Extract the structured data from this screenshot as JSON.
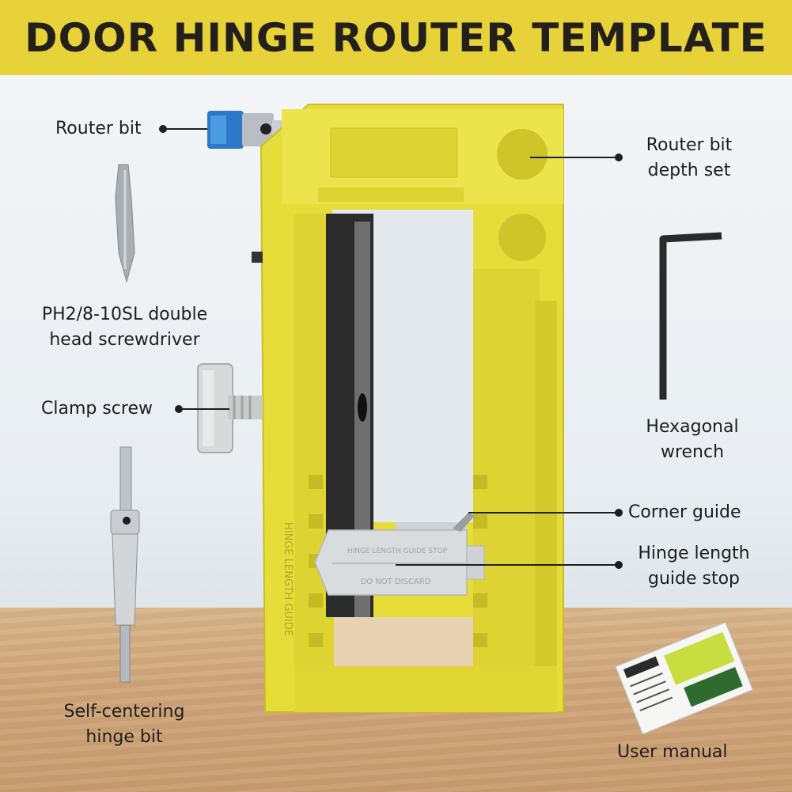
{
  "title": "DOOR HINGE ROUTER TEMPLATE",
  "colors": {
    "banner": "#e8d23a",
    "template_yellow": "#e6dd3a",
    "callout": "#1e1e1e"
  },
  "callouts": {
    "router_bit": "Router bit",
    "router_bit_depth_set_line1": "Router bit",
    "router_bit_depth_set_line2": "depth set",
    "screwdriver_line1": "PH2/8-10SL double",
    "screwdriver_line2": "head screwdriver",
    "clamp_screw": "Clamp screw",
    "hex_wrench_line1": "Hexagonal",
    "hex_wrench_line2": "wrench",
    "corner_guide": "Corner guide",
    "hinge_stop_line1": "Hinge length",
    "hinge_stop_line2": "guide stop",
    "self_centering_line1": "Self-centering",
    "self_centering_line2": "hinge bit",
    "user_manual": "User manual"
  },
  "product_text": {
    "side_scale": "HINGE LENGTH GUIDE",
    "stop_top": "HINGE LENGTH GUIDE STOP",
    "stop_bottom": "DO NOT DISCARD"
  },
  "icons": [
    "router-bit-icon",
    "screwdriver-bit-icon",
    "clamp-screw-icon",
    "hex-wrench-icon",
    "self-centering-bit-icon",
    "user-manual-icon"
  ]
}
